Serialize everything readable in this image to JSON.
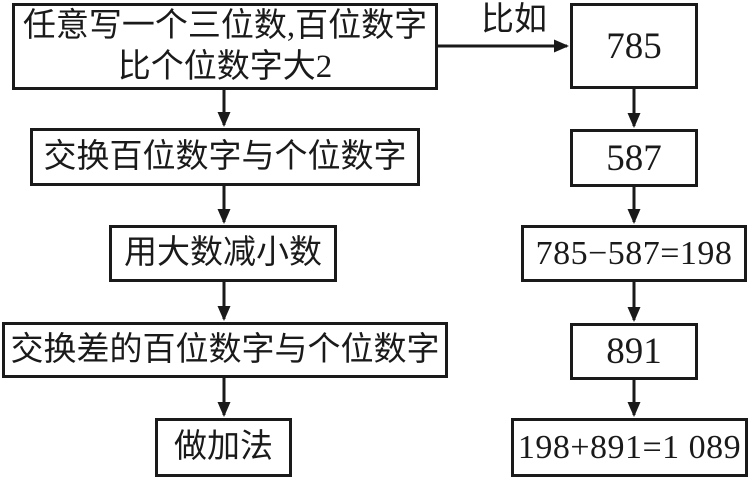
{
  "flow": {
    "example_label": "比如",
    "left_steps": [
      {
        "text": "任意写一个三位数,百位数字\n比个位数字大2"
      },
      {
        "text": "交换百位数字与个位数字"
      },
      {
        "text": "用大数减小数"
      },
      {
        "text": "交换差的百位数字与个位数字"
      },
      {
        "text": "做加法"
      }
    ],
    "right_steps": [
      {
        "text": "785"
      },
      {
        "text": "587"
      },
      {
        "text": "785−587=198"
      },
      {
        "text": "891"
      },
      {
        "text": "198+891=1 089"
      }
    ],
    "colors": {
      "ink": "#1a1a1a",
      "background": "#ffffff"
    }
  }
}
